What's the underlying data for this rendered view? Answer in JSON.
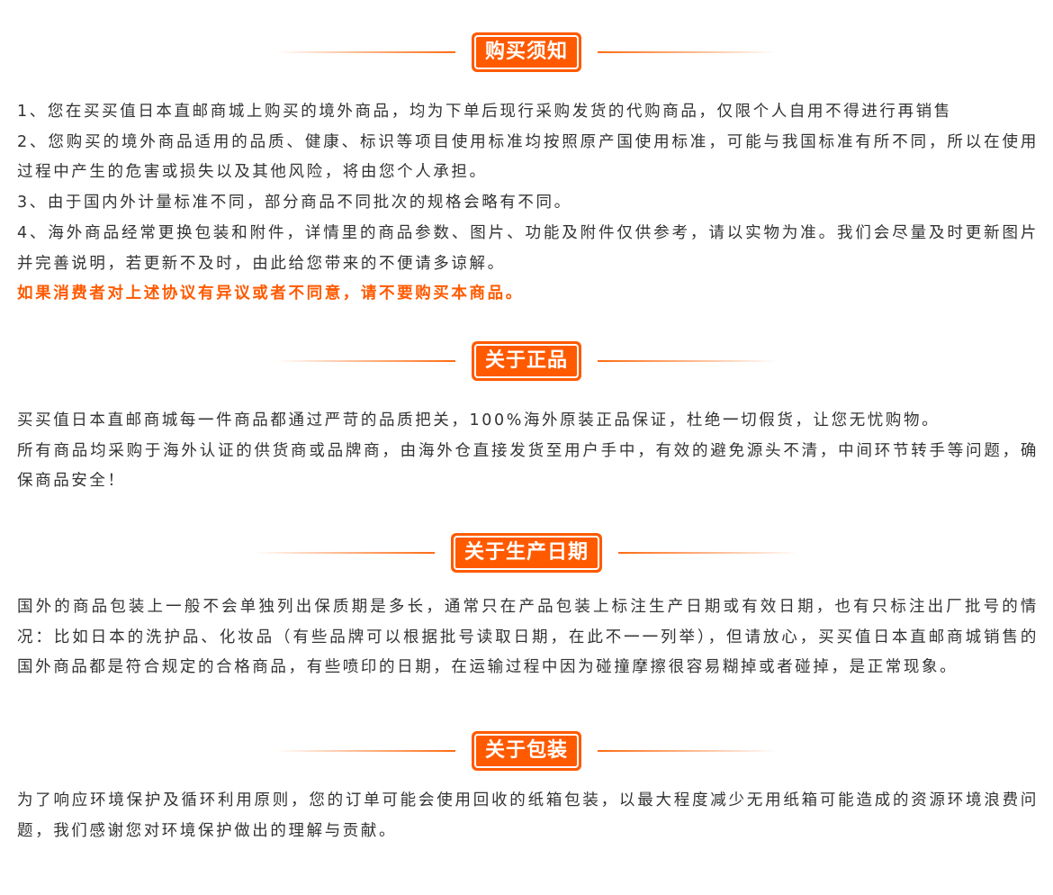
{
  "sections": [
    {
      "title": "购买须知",
      "paragraphs": [
        "1、您在买买值日本直邮商城上购买的境外商品，均为下单后现行采购发货的代购商品，仅限个人自用不得进行再销售",
        "2、您购买的境外商品适用的品质、健康、标识等项目使用标准均按照原产国使用标准，可能与我国标准有所不同，所以在使用过程中产生的危害或损失以及其他风险，将由您个人承担。",
        "3、由于国内外计量标准不同，部分商品不同批次的规格会略有不同。",
        "4、海外商品经常更换包装和附件，详情里的商品参数、图片、功能及附件仅供参考，请以实物为准。我们会尽量及时更新图片并完善说明，若更新不及时，由此给您带来的不便请多谅解。"
      ],
      "warning": "如果消费者对上述协议有异议或者不同意，请不要购买本商品。"
    },
    {
      "title": "关于正品",
      "paragraphs": [
        "买买值日本直邮商城每一件商品都通过严苛的品质把关，100%海外原装正品保证，杜绝一切假货，让您无忧购物。",
        "所有商品均采购于海外认证的供货商或品牌商，由海外仓直接发货至用户手中，有效的避免源头不清，中间环节转手等问题，确保商品安全！"
      ]
    },
    {
      "title": "关于生产日期",
      "paragraphs": [
        "国外的商品包装上一般不会单独列出保质期是多长，通常只在产品包装上标注生产日期或有效日期，也有只标注出厂批号的情况：比如日本的洗护品、化妆品（有些品牌可以根据批号读取日期，在此不一一列举），但请放心，买买值日本直邮商城销售的国外商品都是符合规定的合格商品，有些喷印的日期，在运输过程中因为碰撞摩擦很容易糊掉或者碰掉，是正常现象。"
      ]
    },
    {
      "title": "关于包装",
      "paragraphs": [
        "为了响应环境保护及循环利用原则，您的订单可能会使用回收的纸箱包装，以最大程度减少无用纸箱可能造成的资源环境浪费问题，我们感谢您对环境保护做出的理解与贡献。"
      ]
    }
  ]
}
